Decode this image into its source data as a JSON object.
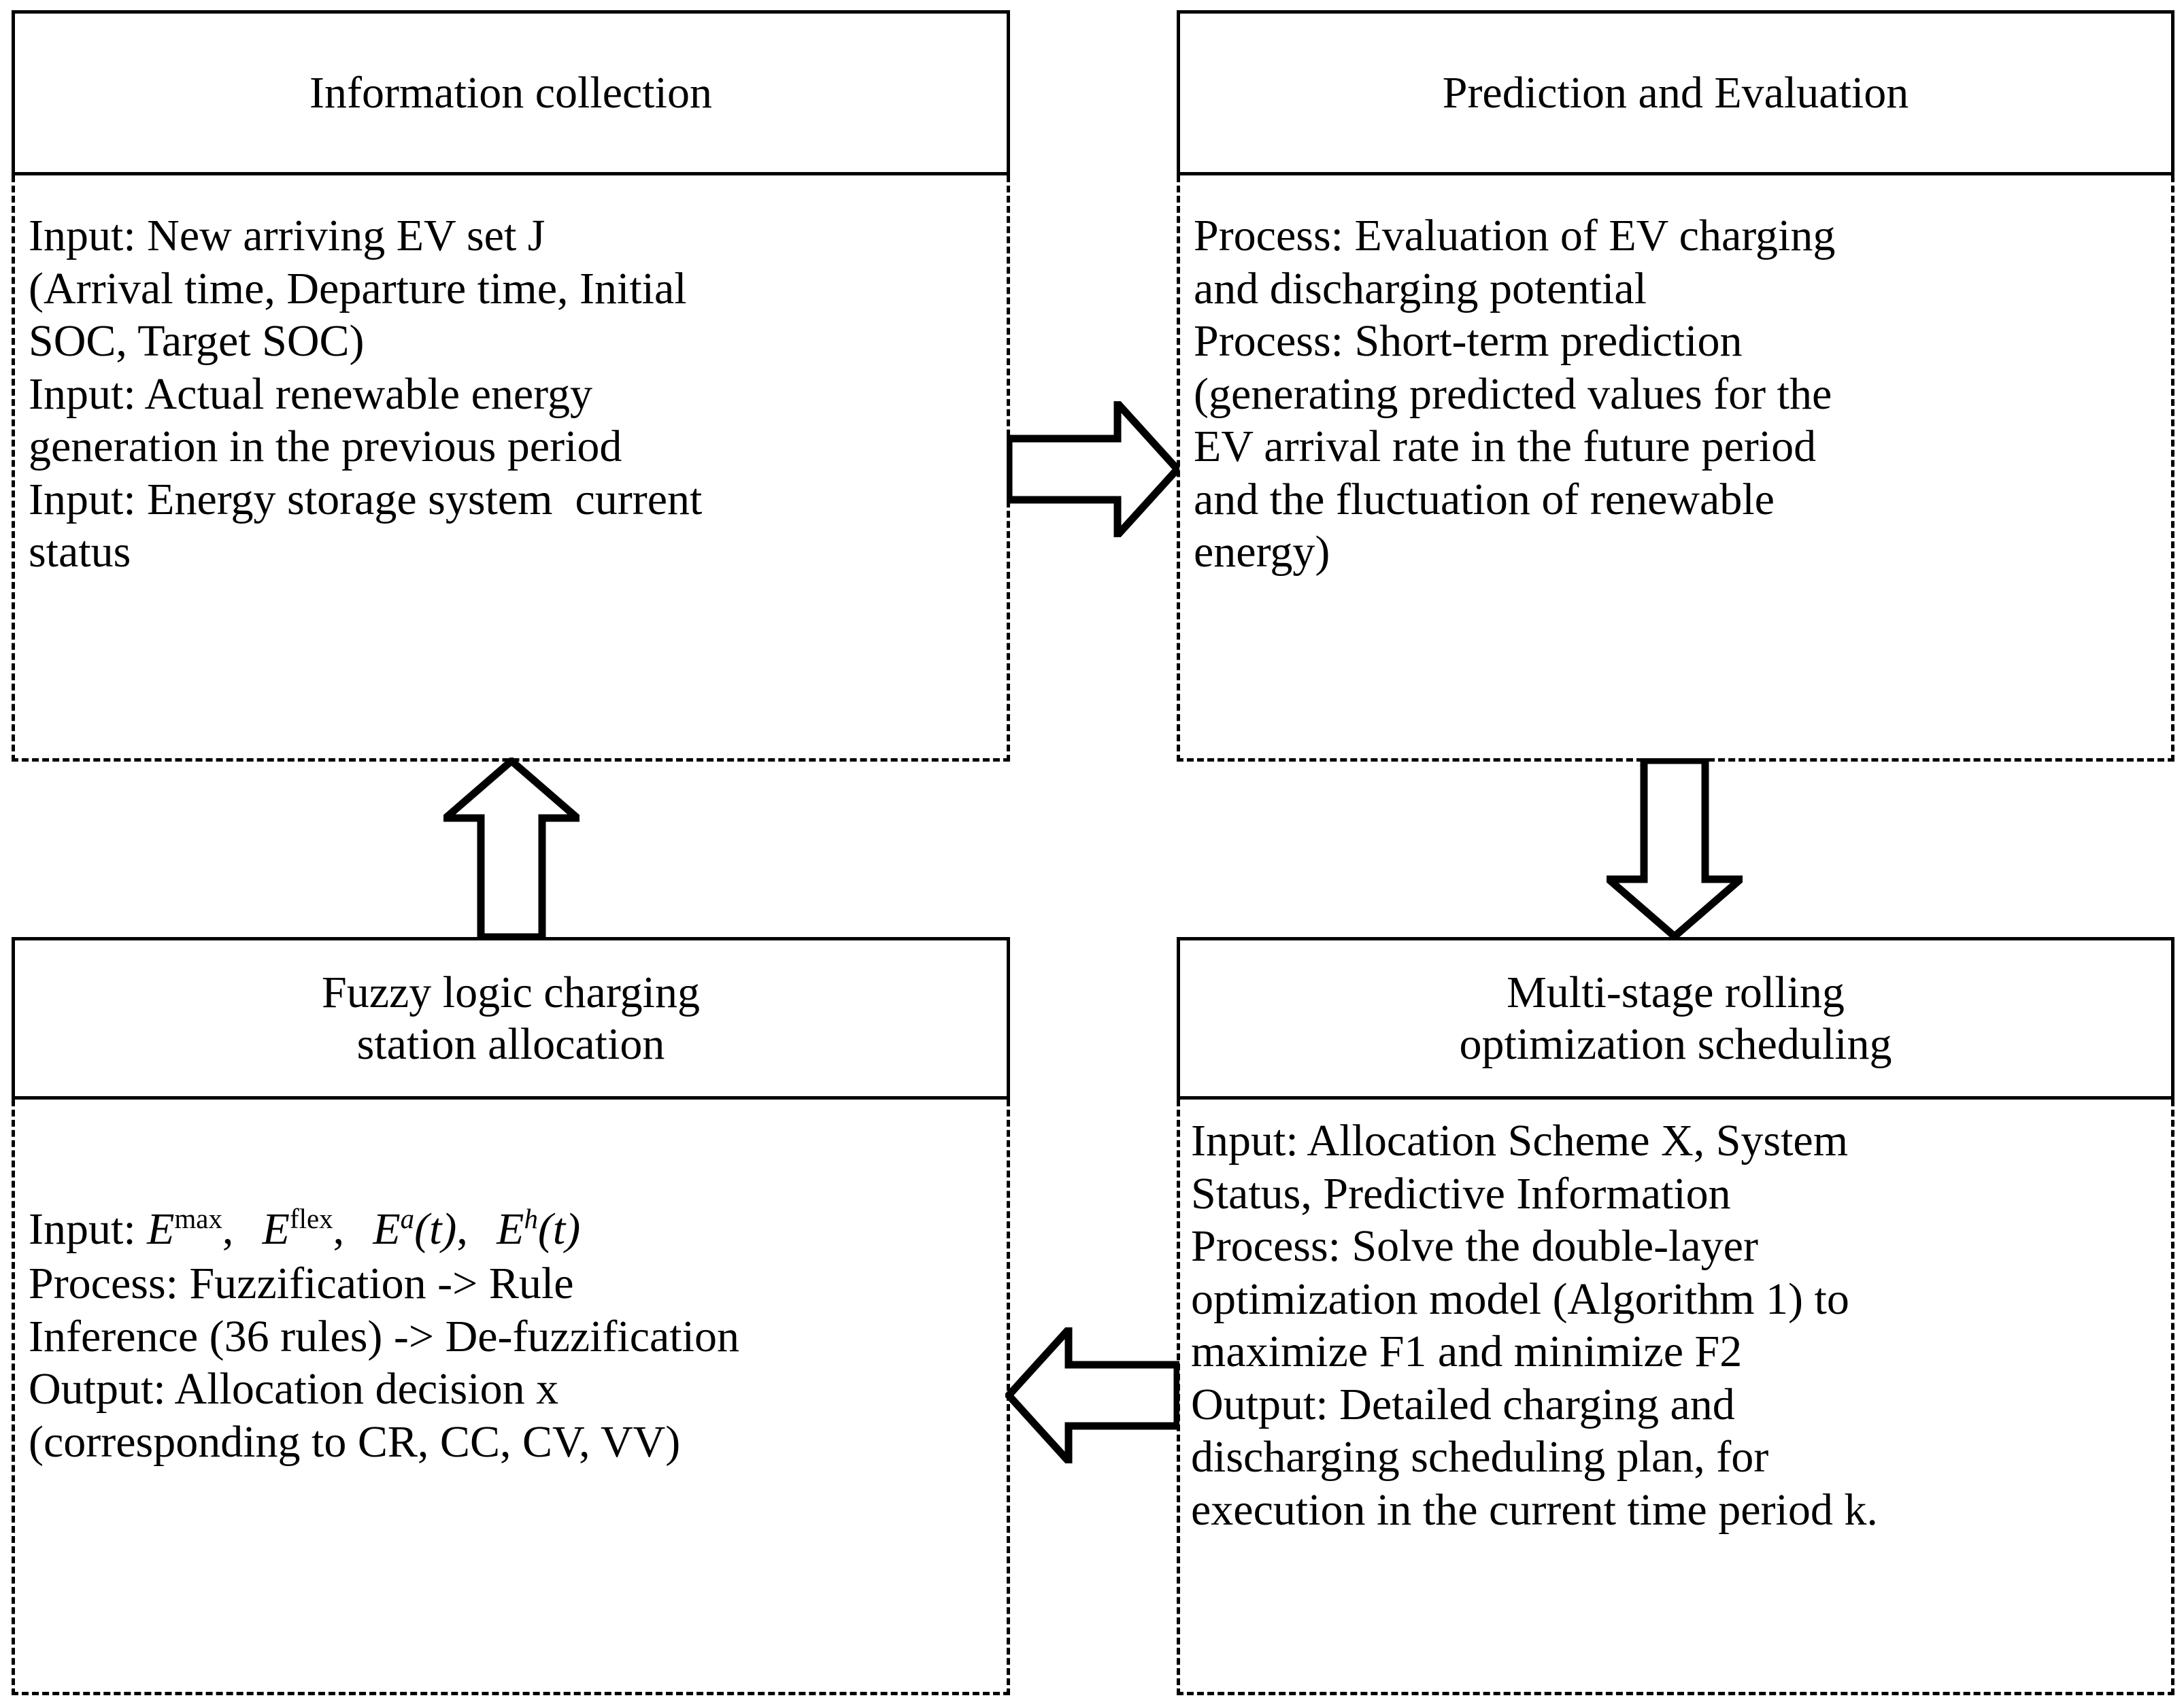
{
  "diagram": {
    "title": "EV charging station scheduling framework flowchart",
    "stroke_color": "#000000",
    "background_color": "#ffffff",
    "blocks": [
      {
        "id": "information-collection",
        "header": "Information collection",
        "body_lines": [
          "Input: New arriving EV set J",
          "(Arrival time, Departure time, Initial",
          "SOC, Target SOC)",
          "Input: Actual renewable energy",
          "generation in the previous period",
          "Input: Energy storage system  current",
          "status"
        ],
        "body_text": "Input: New arriving EV set J\n(Arrival time, Departure time, Initial\nSOC, Target SOC)\nInput: Actual renewable energy\ngeneration in the previous period\nInput: Energy storage system  current\nstatus"
      },
      {
        "id": "prediction-and-evaluation",
        "header": "Prediction and Evaluation",
        "body_lines": [
          "Process: Evaluation of EV charging",
          "and discharging potential",
          "Process: Short-term prediction",
          "(generating predicted values for the",
          "EV arrival rate in the future period",
          "and the fluctuation of renewable",
          "energy)"
        ],
        "body_text": "Process: Evaluation of EV charging\nand discharging potential\nProcess: Short-term prediction\n(generating predicted values for the\nEV arrival rate in the future period\nand the fluctuation of renewable\nenergy)"
      },
      {
        "id": "fuzzy-logic-charging-station-allocation",
        "header": "Fuzzy logic charging\nstation allocation",
        "math_prefix": "Input: ",
        "math_symbols": [
          {
            "base": "E",
            "sup": "max",
            "sup_italic": false,
            "arg": ""
          },
          {
            "base": "E",
            "sup": "flex",
            "sup_italic": false,
            "arg": ""
          },
          {
            "base": "E",
            "sup": "a",
            "sup_italic": true,
            "arg": "(t)"
          },
          {
            "base": "E",
            "sup": "h",
            "sup_italic": true,
            "arg": "(t)"
          }
        ],
        "body_lines": [
          "Process: Fuzzification -> Rule",
          "Inference (36 rules) -> De-fuzzification",
          "Output: Allocation decision x",
          "(corresponding to CR, CC, CV, VV)"
        ],
        "body_text": "Process: Fuzzification -> Rule\nInference (36 rules) -> De-fuzzification\nOutput: Allocation decision x\n(corresponding to CR, CC, CV, VV)"
      },
      {
        "id": "multi-stage-rolling-optimization-scheduling",
        "header": "Multi-stage rolling\noptimization scheduling",
        "body_lines": [
          "Input: Allocation Scheme X, System",
          "Status, Predictive Information",
          "Process: Solve the double-layer",
          "optimization model (Algorithm 1) to",
          "maximize F1 and minimize F2",
          "Output: Detailed charging and",
          "discharging scheduling plan, for",
          "execution in the current time period k."
        ],
        "body_text": "Input: Allocation Scheme X, System\nStatus, Predictive Information\nProcess: Solve the double-layer\noptimization model (Algorithm 1) to\nmaximize F1 and minimize F2\nOutput: Detailed charging and\ndischarging scheduling plan, for\nexecution in the current time period k."
      }
    ],
    "arrows": [
      {
        "id": "arrow-right-top",
        "direction": "right",
        "from": "information-collection",
        "to": "prediction-and-evaluation"
      },
      {
        "id": "arrow-down-right",
        "direction": "down",
        "from": "prediction-and-evaluation",
        "to": "multi-stage-rolling-optimization-scheduling"
      },
      {
        "id": "arrow-left-bottom",
        "direction": "left",
        "from": "multi-stage-rolling-optimization-scheduling",
        "to": "fuzzy-logic-charging-station-allocation"
      },
      {
        "id": "arrow-up-left",
        "direction": "up",
        "from": "fuzzy-logic-charging-station-allocation",
        "to": "information-collection"
      }
    ]
  }
}
